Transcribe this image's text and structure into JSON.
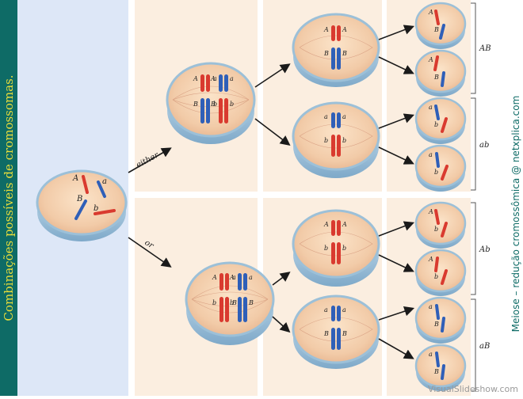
{
  "side_title": "Combinações possíveis de cromossomas.",
  "side_credit": "Meiose – redução cromossômica @ netxplica.com",
  "watermark": "VisualSlideshow.com",
  "colors": {
    "sidebar": "#0e6b66",
    "sidebar_text": "#e8dd3a",
    "panel_blue": "#dde7f7",
    "panel_peach": "#fbeee0",
    "maternal_red": "#d93a2f",
    "paternal_blue": "#2f5fb8"
  },
  "branches": [
    {
      "connector": "either",
      "product_labels": [
        "AB",
        "ab"
      ]
    },
    {
      "connector": "or",
      "product_labels": [
        "Ab",
        "aB"
      ]
    }
  ],
  "alleles": {
    "parent": {
      "A": "A",
      "a": "a",
      "B": "B",
      "b": "b"
    },
    "top_meta_I": {
      "left_top": "A",
      "left_top2": "A",
      "right_top": "a",
      "right_top2": "a",
      "left_bot": "B",
      "left_bot2": "B",
      "right_bot": "b",
      "right_bot2": "b"
    },
    "top_meta_II_1": {
      "top": "A",
      "top2": "A",
      "bot": "B",
      "bot2": "B"
    },
    "top_meta_II_2": {
      "top": "a",
      "top2": "a",
      "bot": "b",
      "bot2": "b"
    },
    "top_gametes": [
      {
        "a1": "A",
        "a2": "B"
      },
      {
        "a1": "A",
        "a2": "B"
      },
      {
        "a1": "a",
        "a2": "b"
      },
      {
        "a1": "a",
        "a2": "b"
      }
    ],
    "bot_meta_I": {
      "left_top": "A",
      "left_top2": "A",
      "right_top": "a",
      "right_top2": "a",
      "left_bot": "b",
      "left_bot2": "b",
      "right_bot": "B",
      "right_bot2": "B"
    },
    "bot_meta_II_1": {
      "top": "A",
      "top2": "A",
      "bot": "b",
      "bot2": "b"
    },
    "bot_meta_II_2": {
      "top": "a",
      "top2": "a",
      "bot": "B",
      "bot2": "B"
    },
    "bot_gametes": [
      {
        "a1": "A",
        "a2": "b"
      },
      {
        "a1": "A",
        "a2": "b"
      },
      {
        "a1": "a",
        "a2": "B"
      },
      {
        "a1": "a",
        "a2": "B"
      }
    ]
  }
}
